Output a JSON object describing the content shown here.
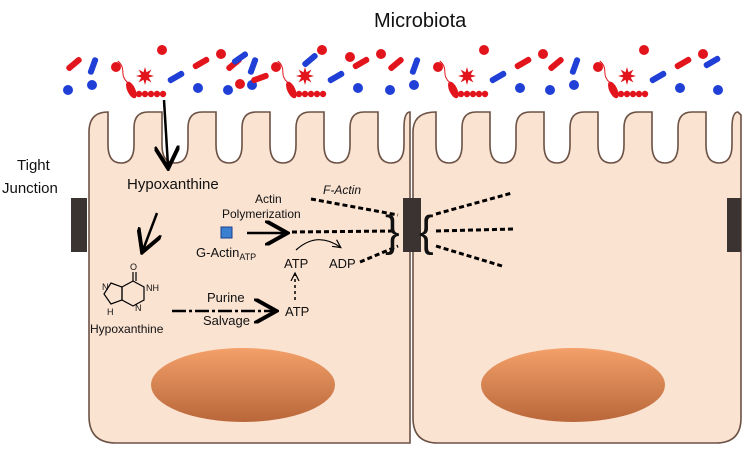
{
  "title": "Microbiota",
  "labels": {
    "tight_junction_line1": "Tight",
    "tight_junction_line2": "Junction",
    "hypoxanthine_top": "Hypoxanthine",
    "hypoxanthine_bottom": "Hypoxanthine",
    "actin_line1": "Actin",
    "actin_line2": "Polymerization",
    "f_actin": "F-Actin",
    "g_actin": "G-Actin",
    "g_actin_sub": "ATP",
    "atp_upper": "ATP",
    "adp": "ADP",
    "purine": "Purine",
    "salvage": "Salvage",
    "atp_lower": "ATP",
    "molecule_o": "O",
    "molecule_nh": "NH",
    "molecule_n1": "N",
    "molecule_n2": "N",
    "molecule_h": "H"
  },
  "colors": {
    "cell_fill": "#fbe3d2",
    "cell_stroke": "#6b5245",
    "nucleus": "#e08a4e",
    "junction": "#3a3331",
    "bacteria_red": "#e2141c",
    "bacteria_blue": "#1f3fd6"
  }
}
